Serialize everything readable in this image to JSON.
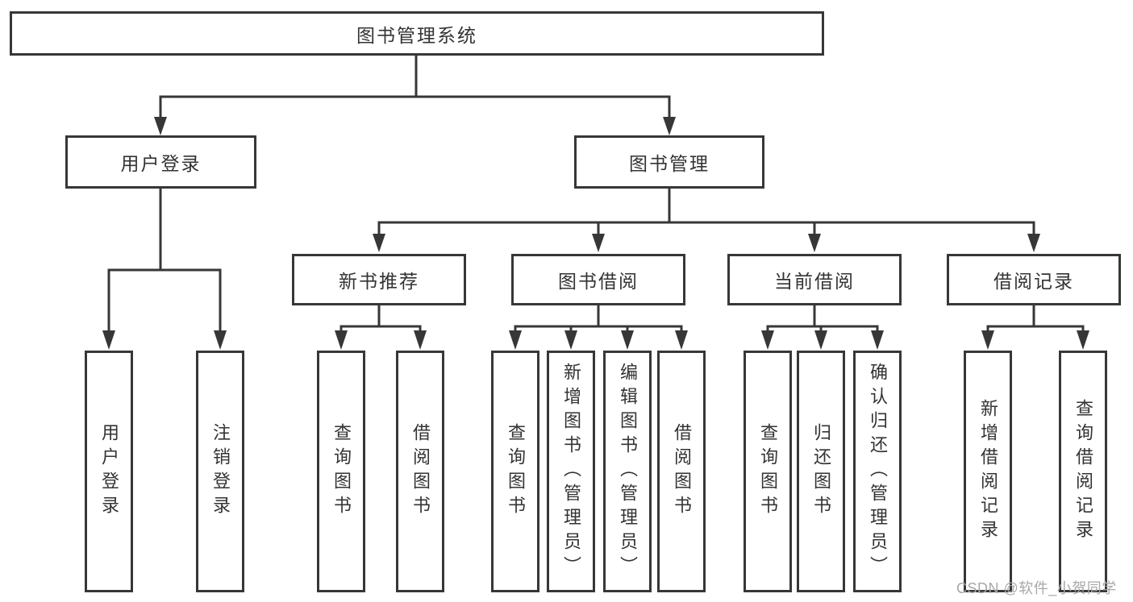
{
  "tree": {
    "label": "图书管理系统",
    "children": [
      {
        "label": "用户登录",
        "children": [
          {
            "label": "用户登录"
          },
          {
            "label": "注销登录"
          }
        ]
      },
      {
        "label": "图书管理",
        "children": [
          {
            "label": "新书推荐",
            "children": [
              {
                "label": "查询图书"
              },
              {
                "label": "借阅图书"
              }
            ]
          },
          {
            "label": "图书借阅",
            "children": [
              {
                "label": "查询图书"
              },
              {
                "label": "新增图书（管理员）"
              },
              {
                "label": "编辑图书（管理员）"
              },
              {
                "label": "借阅图书"
              }
            ]
          },
          {
            "label": "当前借阅",
            "children": [
              {
                "label": "查询图书"
              },
              {
                "label": "归还图书"
              },
              {
                "label": "确认归还（管理员）"
              }
            ]
          },
          {
            "label": "借阅记录",
            "children": [
              {
                "label": "新增借阅记录"
              },
              {
                "label": "查询借阅记录"
              }
            ]
          }
        ]
      }
    ]
  },
  "watermark": "CSDN @软件_小贺同学",
  "colors": {
    "line": "#373737",
    "box_border": "#373737",
    "text": "#333333",
    "watermark_text": "#a8a8a8",
    "background": "#ffffff"
  }
}
